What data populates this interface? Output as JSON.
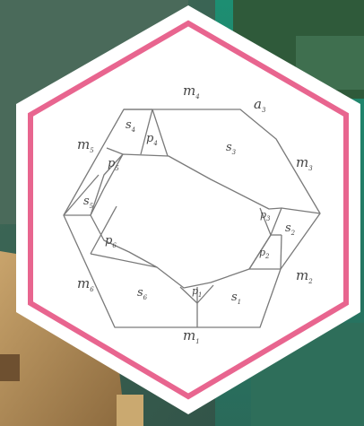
{
  "diagram": {
    "outer_labels": {
      "m1": {
        "base": "m",
        "sub": "1"
      },
      "m2": {
        "base": "m",
        "sub": "2"
      },
      "m3": {
        "base": "m",
        "sub": "3"
      },
      "m4": {
        "base": "m",
        "sub": "4"
      },
      "m5": {
        "base": "m",
        "sub": "5"
      },
      "m6": {
        "base": "m",
        "sub": "6"
      },
      "a3": {
        "base": "a",
        "sub": "3"
      }
    },
    "region_labels": {
      "s1": {
        "base": "s",
        "sub": "1"
      },
      "s2": {
        "base": "s",
        "sub": "2"
      },
      "s3": {
        "base": "s",
        "sub": "3"
      },
      "s4": {
        "base": "s",
        "sub": "4"
      },
      "s5": {
        "base": "s",
        "sub": "5"
      },
      "s6": {
        "base": "s",
        "sub": "6"
      },
      "p1": {
        "base": "p",
        "sub": "1"
      },
      "p2": {
        "base": "p",
        "sub": "2"
      },
      "p3": {
        "base": "p",
        "sub": "3"
      },
      "p4": {
        "base": "p",
        "sub": "4"
      },
      "p5": {
        "base": "p",
        "sub": "5"
      },
      "p6": {
        "base": "p",
        "sub": "6"
      }
    },
    "colors": {
      "frame": "#e8658f",
      "lines": "#7a7a7a",
      "panel": "#ffffff",
      "bg_sky": "#1e8f73",
      "bg_wall": "#b8965e"
    }
  }
}
